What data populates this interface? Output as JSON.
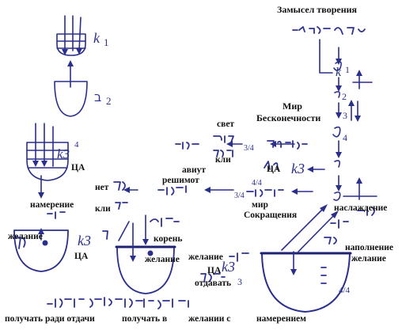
{
  "labels": {
    "zamysel": "Замысел творения",
    "mir": "Мир",
    "beskonechnosti": "Бесконечности",
    "svet": "свет",
    "kli_top": "кли",
    "aviut": "авиут",
    "reshimot": "решимот",
    "net": "нет",
    "kli_mid": "кли",
    "ca_left": "ЦА",
    "namerenie": "намерение",
    "zhelanie_left": "желание",
    "ca_bottom_left": "ЦА",
    "koren": "корень",
    "zhelanie_mid": "желание",
    "mir_sokr": "мир",
    "sokrascheniya": "Сокращения",
    "ca_mid": "ЦА",
    "naslazhdenie": "наслаждение",
    "napolnenie": "наполнение",
    "zhelanie_right": "желание",
    "zhelanie_bottom": "желание",
    "ca_bottom": "ЦА",
    "otdavat": "отдавать",
    "poluchat_radi": "получать ради отдачи",
    "poluchat_v": "получать в",
    "zhelanii_s": "желании с",
    "namereniem": "намерением"
  },
  "marks": {
    "k1_top": "k",
    "k1_top_sub": "1",
    "b2": "ב",
    "b2_sub": "2",
    "k3_left": "k3",
    "k3_left_sup": "4",
    "k1_right": "k",
    "k1_right_sub": "1",
    "num_2": "2",
    "num_3": "3",
    "num_4": "4",
    "k3_ca": "k3",
    "frac_34_a": "3/4",
    "frac_34_b": "3/4",
    "frac_44": "4/4",
    "k3_bottom_left": "k3",
    "k3_bottom": "k3",
    "num_3_bottom": "3",
    "frac_44_bottom": "4/4"
  }
}
